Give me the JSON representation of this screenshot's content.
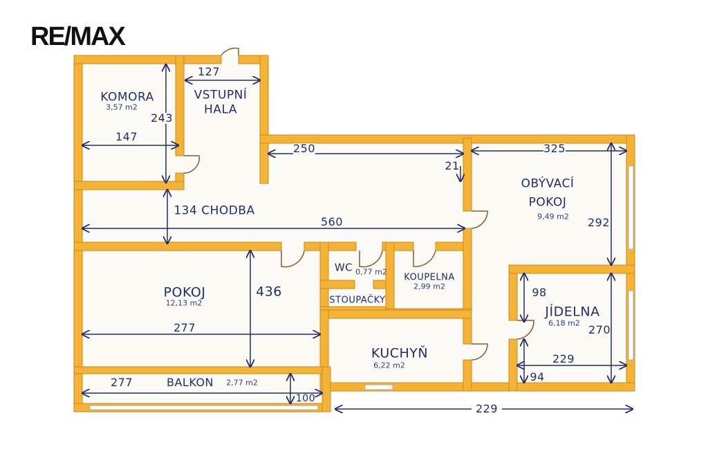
{
  "logo": "RE/MAX",
  "colors": {
    "wall": "#f5b335",
    "wall_edge": "#c98a1a",
    "floor": "#fbfaf5",
    "ink": "#1f2d6e"
  },
  "rooms": {
    "komora": {
      "name": "KOMORA",
      "area": "3,57 m2"
    },
    "hala": {
      "name1": "VSTUPNÍ",
      "name2": "HALA"
    },
    "chodba": {
      "name": "134 CHODBA"
    },
    "obyvaci": {
      "name1": "OBÝVACÍ",
      "name2": "POKOJ",
      "area": "9,49 m2"
    },
    "pokoj": {
      "name": "POKOJ",
      "area": "12,13 m2"
    },
    "wc": {
      "name": "WC",
      "area": "0,77 m2"
    },
    "koupelna": {
      "name": "KOUPELNA",
      "area": "2,99 m2"
    },
    "stoupacky": {
      "name": "STOUPAČKY"
    },
    "kuchyn": {
      "name": "KUCHYŇ",
      "area": "6,22 m2"
    },
    "jidelna": {
      "name": "JÍDELNA",
      "area": "6,18 m2"
    },
    "balkon": {
      "name": "BALKON",
      "area": "2,77 m2"
    }
  },
  "dims": {
    "d127": "127",
    "d243": "243",
    "d147": "147",
    "d250": "250",
    "d21": "21",
    "d560": "560",
    "d325": "325",
    "d292": "292",
    "d436": "436",
    "d277a": "277",
    "d277b": "277",
    "d100": "100",
    "d98": "98",
    "d270": "270",
    "d229a": "229",
    "d94": "94",
    "d229b": "229"
  }
}
